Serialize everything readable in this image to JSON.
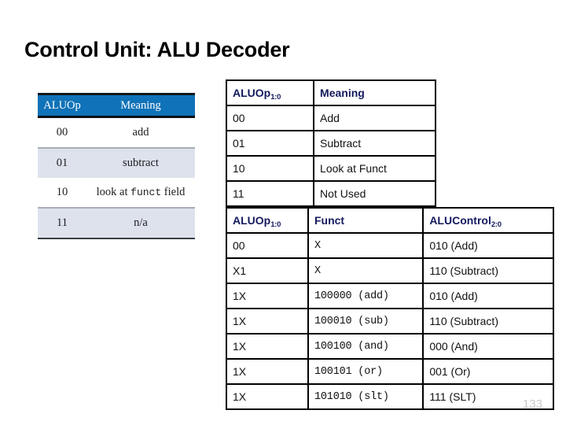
{
  "slide": {
    "title": "Control Unit: ALU Decoder",
    "page_number": "133"
  },
  "figure_table": {
    "headers": [
      "ALUOp",
      "Meaning"
    ],
    "rows": [
      {
        "aluop": "00",
        "meaning_pre": "add",
        "meaning_mono": "",
        "meaning_post": ""
      },
      {
        "aluop": "01",
        "meaning_pre": "subtract",
        "meaning_mono": "",
        "meaning_post": ""
      },
      {
        "aluop": "10",
        "meaning_pre": "look at ",
        "meaning_mono": "funct",
        "meaning_post": " field"
      },
      {
        "aluop": "11",
        "meaning_pre": "n/a",
        "meaning_mono": "",
        "meaning_post": ""
      }
    ],
    "header_bg": "#1072b8",
    "alt_row_bg": "#dde2ed"
  },
  "aluop_meaning_table": {
    "headers": [
      {
        "text": "ALUOp",
        "sub": "1:0"
      },
      {
        "text": "Meaning",
        "sub": ""
      }
    ],
    "rows": [
      {
        "aluop": "00",
        "meaning": "Add"
      },
      {
        "aluop": "01",
        "meaning": "Subtract"
      },
      {
        "aluop": "10",
        "meaning": "Look at Funct"
      },
      {
        "aluop": "11",
        "meaning": "Not Used"
      }
    ]
  },
  "alucontrol_table": {
    "headers": [
      {
        "text": "ALUOp",
        "sub": "1:0"
      },
      {
        "text": "Funct",
        "sub": ""
      },
      {
        "text": "ALUControl",
        "sub": "2:0"
      }
    ],
    "rows": [
      {
        "aluop": "00",
        "funct": "X",
        "alucontrol": "010 (Add)"
      },
      {
        "aluop": "X1",
        "funct": "X",
        "alucontrol": "110 (Subtract)"
      },
      {
        "aluop": "1X",
        "funct": "100000 (add)",
        "alucontrol": "010 (Add)"
      },
      {
        "aluop": "1X",
        "funct": "100010 (sub)",
        "alucontrol": "110 (Subtract)"
      },
      {
        "aluop": "1X",
        "funct": "100100 (and)",
        "alucontrol": "000 (And)"
      },
      {
        "aluop": "1X",
        "funct": "100101 (or)",
        "alucontrol": "001 (Or)"
      },
      {
        "aluop": "1X",
        "funct": "101010 (slt)",
        "alucontrol": "111 (SLT)"
      }
    ]
  },
  "colors": {
    "header_text": "#141a5e",
    "figure_header_bg": "#1072b8",
    "body_text": "#111111",
    "page_number": "#c8c8c8"
  }
}
